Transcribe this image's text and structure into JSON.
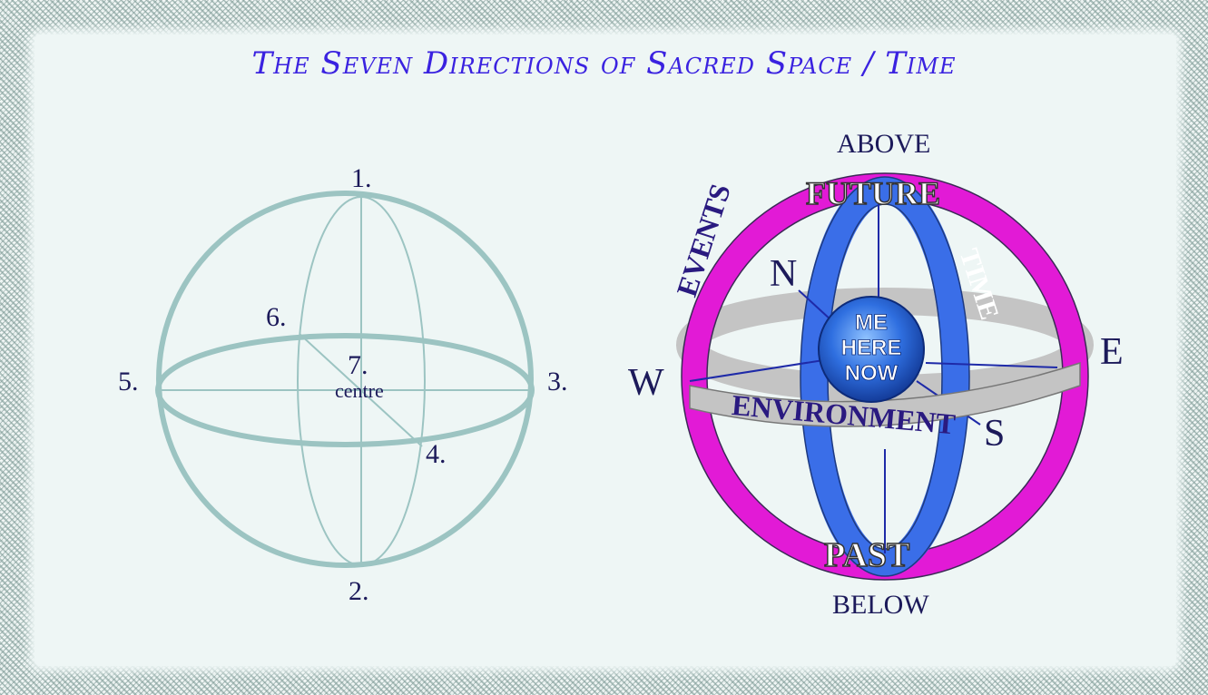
{
  "title": "The Seven Directions of Sacred Space / Time",
  "left_diagram": {
    "labels": {
      "p1": "1.",
      "p2": "2.",
      "p3": "3.",
      "p4": "4.",
      "p5": "5.",
      "p6": "6.",
      "p7": "7.",
      "centre": "centre"
    }
  },
  "right_diagram": {
    "above": "ABOVE",
    "below": "BELOW",
    "north": "N",
    "south": "S",
    "east": "E",
    "west": "W",
    "future": "FUTURE",
    "past": "PAST",
    "events": "EVENTS",
    "time": "TIME",
    "environment": "ENVIRONMENT",
    "center_line1": "ME",
    "center_line2": "HERE",
    "center_line3": "NOW"
  },
  "colors": {
    "title": "#3a22e0",
    "sphere_line": "#9cc4c2",
    "magenta_ring": "#e21ad6",
    "blue_ring": "#3a6ee8",
    "gray_ring": "#c4c4c4",
    "center_globe": "#2f6fe0"
  }
}
